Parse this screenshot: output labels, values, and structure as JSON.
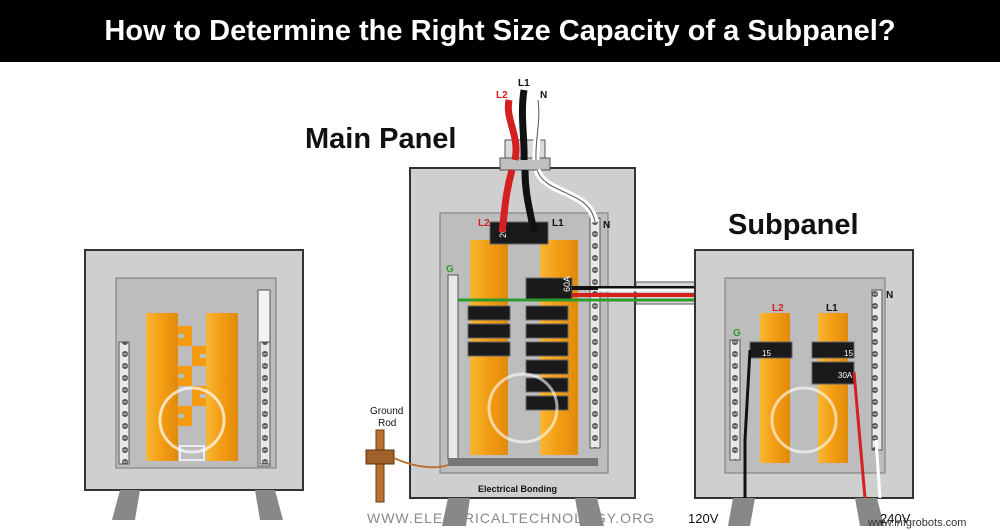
{
  "title": "How to Determine the Right Size Capacity of a Subpanel?",
  "labels": {
    "main_panel": "Main Panel",
    "subpanel": "Subpanel",
    "l1": "L1",
    "l2": "L2",
    "n": "N",
    "g": "G",
    "ground_rod_line1": "Ground",
    "ground_rod_line2": "Rod",
    "electrical_bonding": "Electrical Bonding",
    "main_breaker": "200",
    "feeder_breaker": "60A",
    "sub_breaker_left": "15",
    "sub_breaker_right": "15",
    "sub_breaker_30a": "30A",
    "v120": "120V",
    "v240": "240V",
    "watermark_site": "WWW.ELECTRICALTECHNOLOGY.ORG",
    "watermark_corner": "www.infgrobots.com"
  },
  "colors": {
    "l1_wire": "#111111",
    "l2_wire": "#d42020",
    "neutral_wire": "#ffffff",
    "ground_wire": "#2e9a2e",
    "bus_bar": "#f2a21e",
    "panel_body": "#cfcfcf",
    "title_bg": "#000000"
  }
}
